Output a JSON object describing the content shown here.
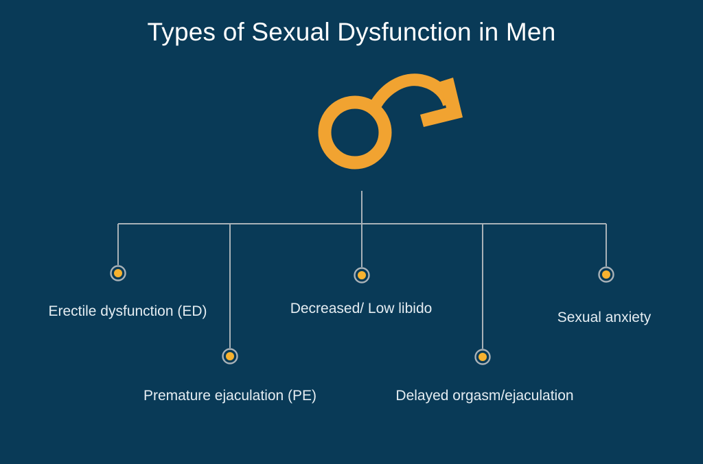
{
  "title": "Types of Sexual Dysfunction in Men",
  "colors": {
    "background": "#093A57",
    "title_text": "#FFFFFF",
    "label_text": "#E5EDF2",
    "line": "#A9B2B8",
    "node_ring": "#A9B2B8",
    "node_dot": "#F7B22F",
    "symbol": "#F1A331"
  },
  "diagram": {
    "type": "tree",
    "root_icon": "male-symbol-curved-arrow-icon",
    "branches": [
      {
        "label": "Erectile dysfunction (ED)"
      },
      {
        "label": "Premature ejaculation (PE)"
      },
      {
        "label": "Decreased/ Low libido"
      },
      {
        "label": "Delayed orgasm/ejaculation"
      },
      {
        "label": "Sexual anxiety"
      }
    ]
  }
}
